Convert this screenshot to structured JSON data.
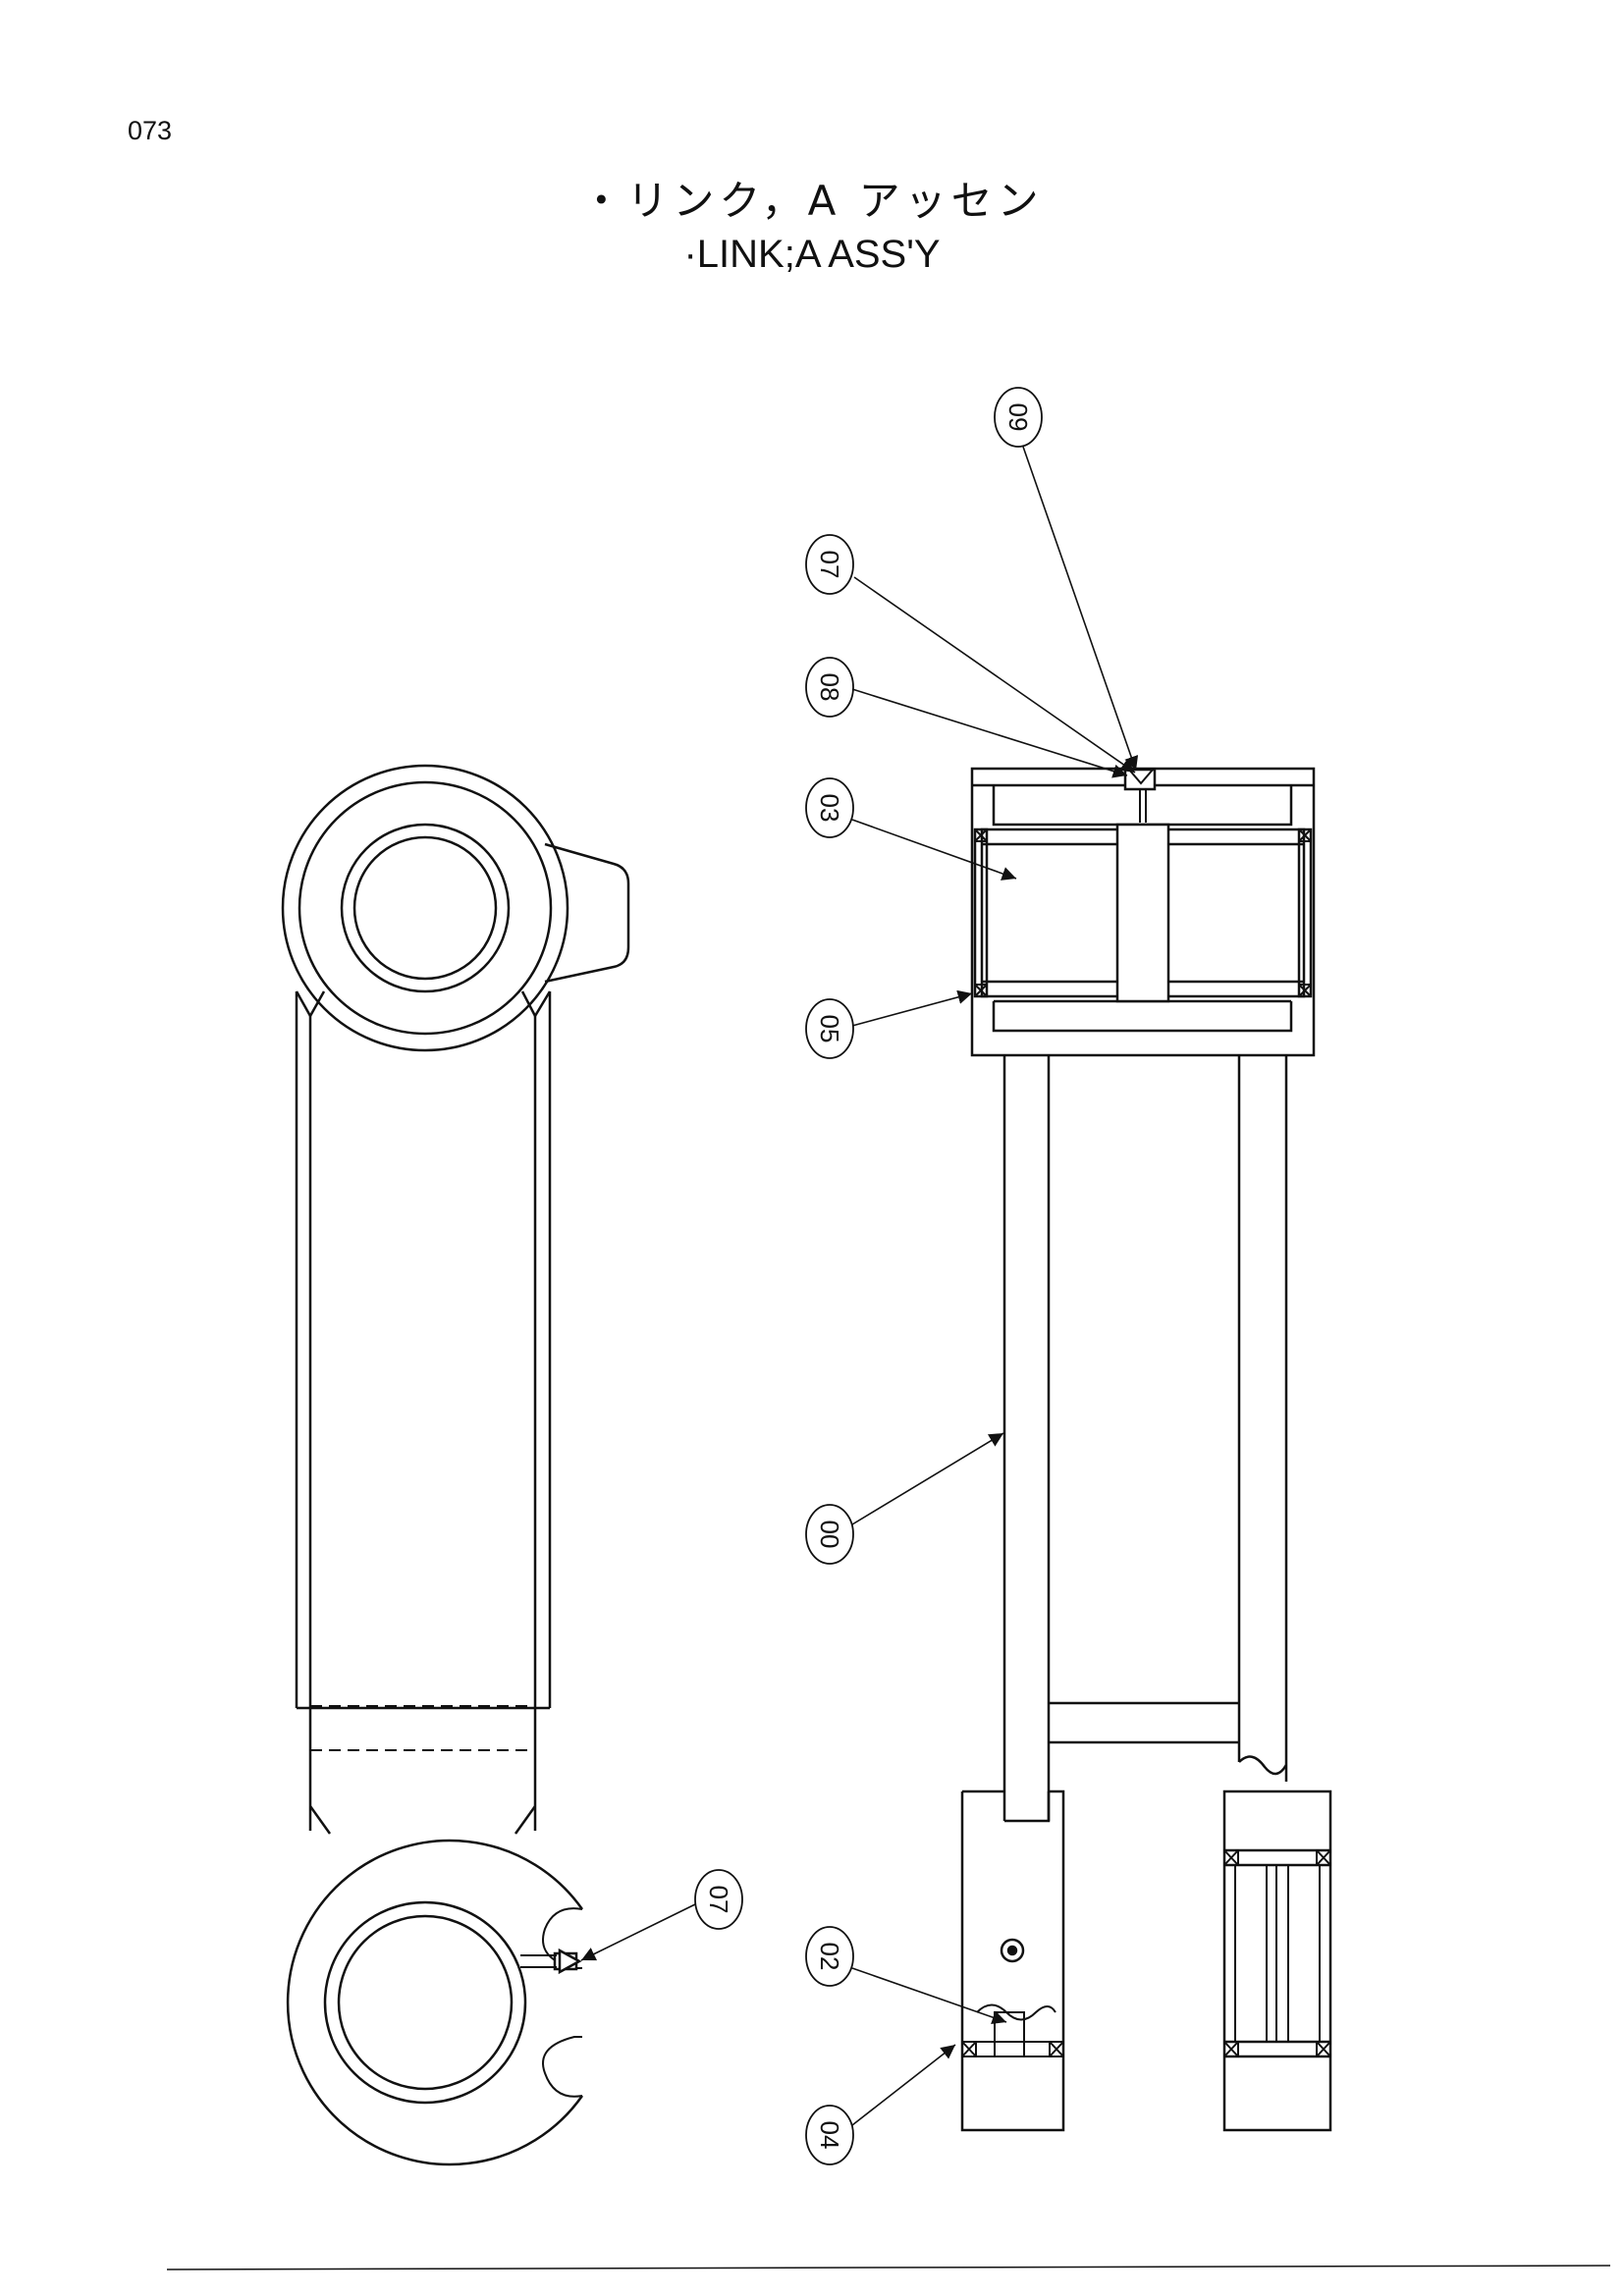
{
  "page_number": "073",
  "title": {
    "japanese": "・リンク，A アッセン",
    "english": "·LINK;A ASS'Y"
  },
  "part_callouts": [
    {
      "id": "09",
      "label": "09"
    },
    {
      "id": "07-top",
      "label": "07"
    },
    {
      "id": "08",
      "label": "08"
    },
    {
      "id": "03",
      "label": "03"
    },
    {
      "id": "05",
      "label": "05"
    },
    {
      "id": "00",
      "label": "00"
    },
    {
      "id": "07-left",
      "label": "07"
    },
    {
      "id": "02",
      "label": "02"
    },
    {
      "id": "04",
      "label": "04"
    }
  ],
  "colors": {
    "ink": "#111111",
    "paper": "#ffffff"
  }
}
